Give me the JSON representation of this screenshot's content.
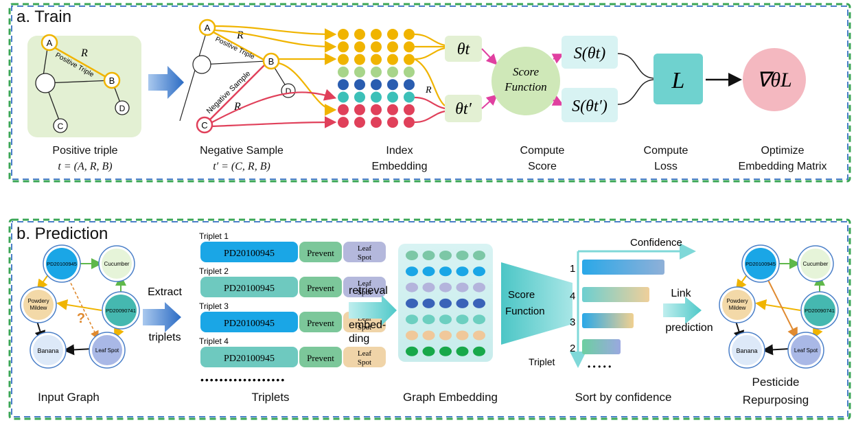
{
  "train": {
    "title": "a. Train",
    "triple_graph": {
      "node_a": "A",
      "node_b": "B",
      "node_c": "C",
      "node_d": "D",
      "relation": "R",
      "edge_label": "Positive Triple"
    },
    "neg_graph": {
      "node_a": "A",
      "node_b": "B",
      "node_c": "C",
      "node_d": "D",
      "relation_top": "R",
      "relation_bottom": "R",
      "positive_label": "Positive Triple",
      "negative_label": "Negative Sample"
    },
    "relation_embed": "R",
    "theta_t": "θt",
    "theta_tp": "θt′",
    "score_function": [
      "Score",
      "Function"
    ],
    "score_t": "S(θt)",
    "score_tp": "S(θt′)",
    "loss": "L",
    "grad": "∇θL",
    "captions": [
      [
        "Positive triple",
        "t = (A, R, B)"
      ],
      [
        "Negative Sample",
        "t′ = (C, R, B)"
      ],
      [
        "Index",
        "Embedding"
      ],
      [
        "Compute",
        "Score"
      ],
      [
        "Compute",
        "Loss"
      ],
      [
        "Optimize",
        "Embedding Matrix"
      ]
    ]
  },
  "prediction": {
    "title": "b. Prediction",
    "graph_nodes": {
      "drug1": "PD20100945",
      "drug2": "PD20090741",
      "cucumber": "Cucumber",
      "mildew": [
        "Powdery",
        "Mildew"
      ],
      "banana": "Banana",
      "leafspot": "Leaf Spot",
      "question": "?"
    },
    "extract": [
      "Extract",
      "triplets"
    ],
    "triplets": [
      {
        "label": "Triplet 1",
        "head": "PD20100945",
        "rel": "Prevent",
        "tail": [
          "Leaf",
          "Spot"
        ]
      },
      {
        "label": "Triplet 2",
        "head": "PD20100945",
        "rel": "Prevent",
        "tail": [
          "Leaf",
          "Spot"
        ]
      },
      {
        "label": "Triplet 3",
        "head": "PD20100945",
        "rel": "Prevent",
        "tail": [
          "Leaf",
          "Spot"
        ]
      },
      {
        "label": "Triplet 4",
        "head": "PD20100945",
        "rel": "Prevent",
        "tail": [
          "Leaf",
          "Spot"
        ]
      }
    ],
    "triplet_dots": "••••••••••••••••••",
    "retrieval": [
      "retrieval",
      "embed-",
      "ding"
    ],
    "score_function": [
      "Score",
      "Function"
    ],
    "confidence_axis": "Confidence",
    "triplet_axis": "Triplet",
    "ranks": [
      "1",
      "4",
      "3",
      "2"
    ],
    "rank_dots": "• • • • •",
    "link_prediction": [
      "Link",
      "prediction"
    ],
    "captions": [
      "Input Graph",
      "Triplets",
      "Graph Embedding",
      "Sort by confidence",
      "Pesticide",
      "Repurposing"
    ]
  }
}
